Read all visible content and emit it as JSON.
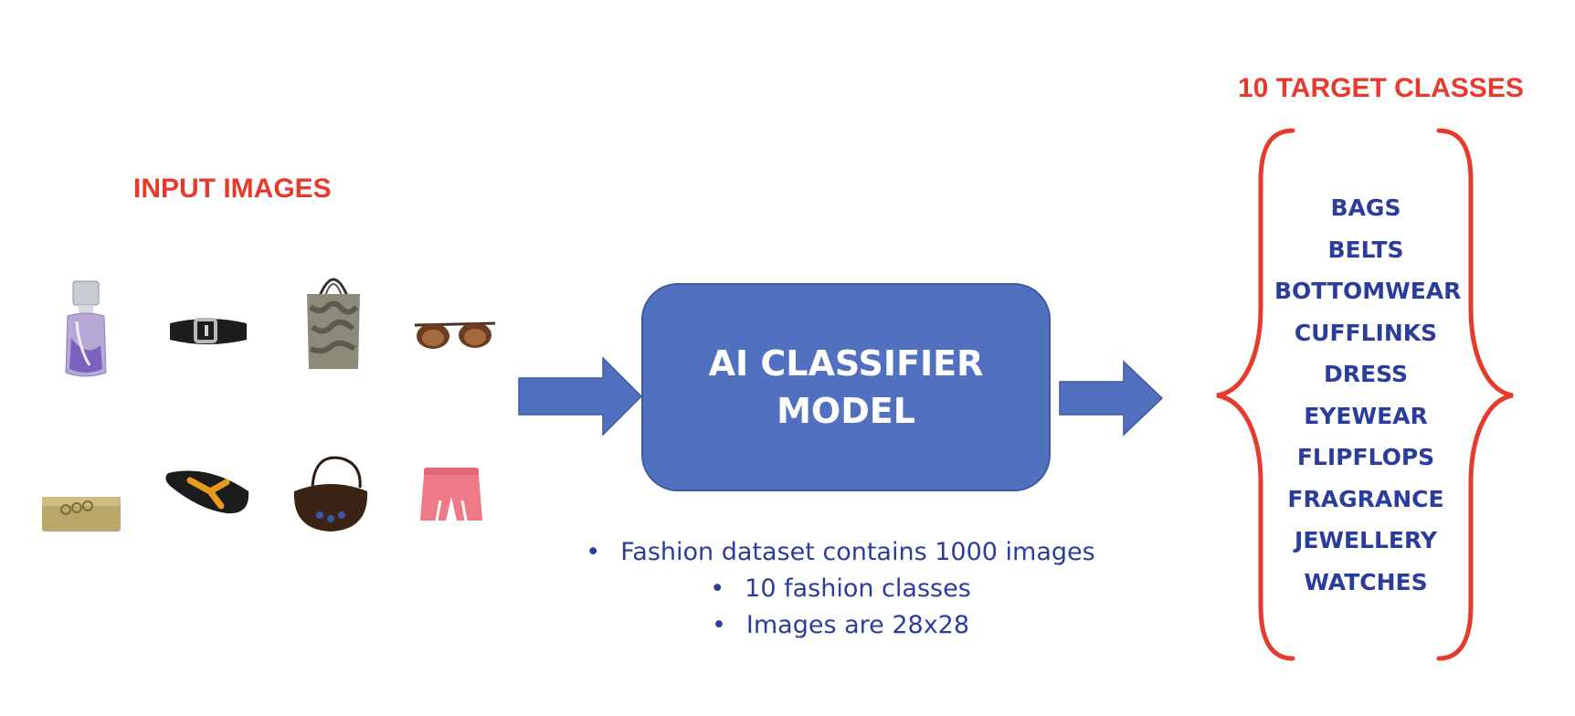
{
  "input_title": "INPUT IMAGES",
  "model": {
    "line1": "AI CLASSIFIER",
    "line2": "MODEL",
    "color": "#5171c0"
  },
  "notes": [
    "Fashion dataset contains 1000 images",
    "10 fashion classes",
    "Images are 28x28"
  ],
  "target_title": "10 TARGET CLASSES",
  "classes": [
    "BAGS",
    "BELTS",
    "BOTTOMWEAR",
    "CUFFLINKS",
    "DRESS",
    "EYEWEAR",
    "FLIPFLOPS",
    "FRAGRANCE",
    "JEWELLERY",
    "WATCHES"
  ],
  "colors": {
    "heading": "#e53a2c",
    "text": "#2a3d9c",
    "arrow": "#5171c0",
    "brace": "#e53a2c"
  },
  "input_images": [
    "perfume-bottle",
    "belt",
    "tote-bag",
    "sunglasses",
    "clutch",
    "flip-flop",
    "handbag",
    "shorts"
  ]
}
